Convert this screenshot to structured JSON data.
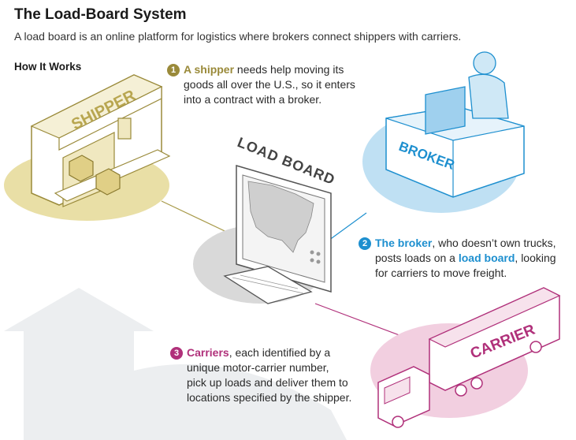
{
  "header": {
    "title": "The Load-Board System",
    "subtitle": "A load board is an online platform for logistics where brokers connect shippers with carriers.",
    "section_label": "How It Works"
  },
  "labels": {
    "shipper_sign": "SHIPPER",
    "load_board_sign": "LOAD BOARD",
    "broker_sign": "BROKER",
    "carrier_sign": "CARRIER"
  },
  "steps": [
    {
      "number": "1",
      "highlight": "A shipper",
      "line1_rest": " needs help moving its",
      "line2": "goods all over the U.S., so it enters",
      "line3": "into a contract with a broker.",
      "color": "#9a8a3a"
    },
    {
      "number": "2",
      "highlight": "The broker",
      "line1_rest": ", who doesn’t own trucks,",
      "line2_pre": "posts loads on a ",
      "line2_highlight": "load board",
      "line2_post": ", looking",
      "line3": "for carriers to move freight.",
      "color": "#1d8fcf"
    },
    {
      "number": "3",
      "highlight": "Carriers",
      "line1_rest": ", each identified by a",
      "line2": "unique motor-carrier number,",
      "line3": "pick up loads and deliver them to",
      "line4": "locations specified by the shipper.",
      "color": "#b0307a"
    }
  ],
  "colors": {
    "shipper": "#e9dfa6",
    "shipper_accent": "#9a8a3a",
    "broker": "#bfe0f3",
    "broker_accent": "#1d8fcf",
    "carrier": "#f2cfe0",
    "carrier_accent": "#b0307a",
    "board": "#d9d9d9"
  }
}
